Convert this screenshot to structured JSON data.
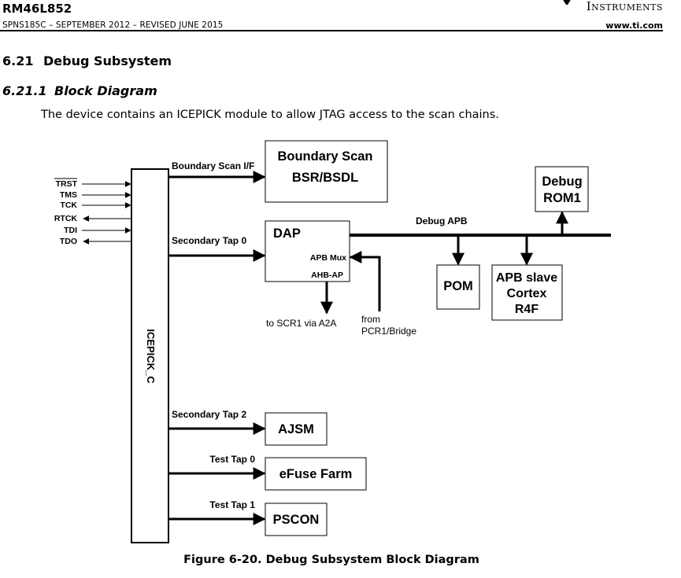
{
  "header": {
    "part_number": "RM46L852",
    "doc_revision": "SPNS185C – SEPTEMBER 2012 – REVISED JUNE 2015",
    "company": "Instruments",
    "website": "www.ti.com"
  },
  "section": {
    "number": "6.21",
    "title": "Debug Subsystem"
  },
  "subsection": {
    "number": "6.21.1",
    "title": "Block Diagram"
  },
  "body_text": "The device contains an ICEPICK module to allow JTAG access to the scan chains.",
  "diagram": {
    "signals": [
      "TRST",
      "TMS",
      "TCK",
      "RTCK",
      "TDI",
      "TDO"
    ],
    "icepick_label": "ICEPICK_C",
    "links": {
      "boundary_scan_if": "Boundary Scan I/F",
      "secondary_tap0": "Secondary Tap 0",
      "secondary_tap2": "Secondary Tap 2",
      "test_tap0": "Test Tap 0",
      "test_tap1": "Test Tap 1"
    },
    "blocks": {
      "boundary_scan_line1": "Boundary Scan",
      "boundary_scan_line2": "BSR/BSDL",
      "dap": "DAP",
      "dap_apb_mux": "APB Mux",
      "dap_ahb_ap": "AHB-AP",
      "debug_rom_line1": "Debug",
      "debug_rom_line2": "ROM1",
      "pom": "POM",
      "cortex_line1": "APB slave",
      "cortex_line2": "Cortex",
      "cortex_line3": "R4F",
      "ajsm": "AJSM",
      "efuse": "eFuse Farm",
      "pscon": "PSCON"
    },
    "debug_apb_label": "Debug APB",
    "to_scr1": "to SCR1 via A2A",
    "from_pcr1_line1": "from",
    "from_pcr1_line2": "PCR1/Bridge"
  },
  "caption": "Figure 6-20. Debug Subsystem Block Diagram"
}
